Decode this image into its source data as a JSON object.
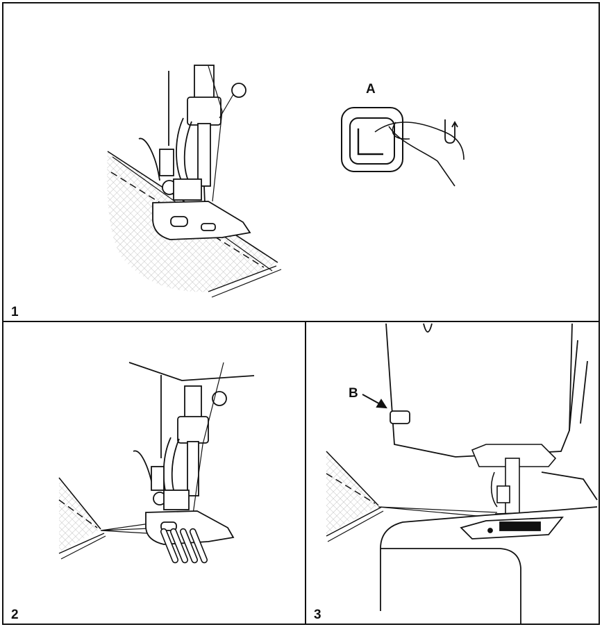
{
  "panels": [
    {
      "number": "1"
    },
    {
      "number": "2"
    },
    {
      "number": "3"
    }
  ],
  "callouts": {
    "a": "A",
    "b": "B"
  },
  "colors": {
    "ink": "#111111",
    "fabric": "#cfcfcf",
    "background": "#ffffff"
  }
}
